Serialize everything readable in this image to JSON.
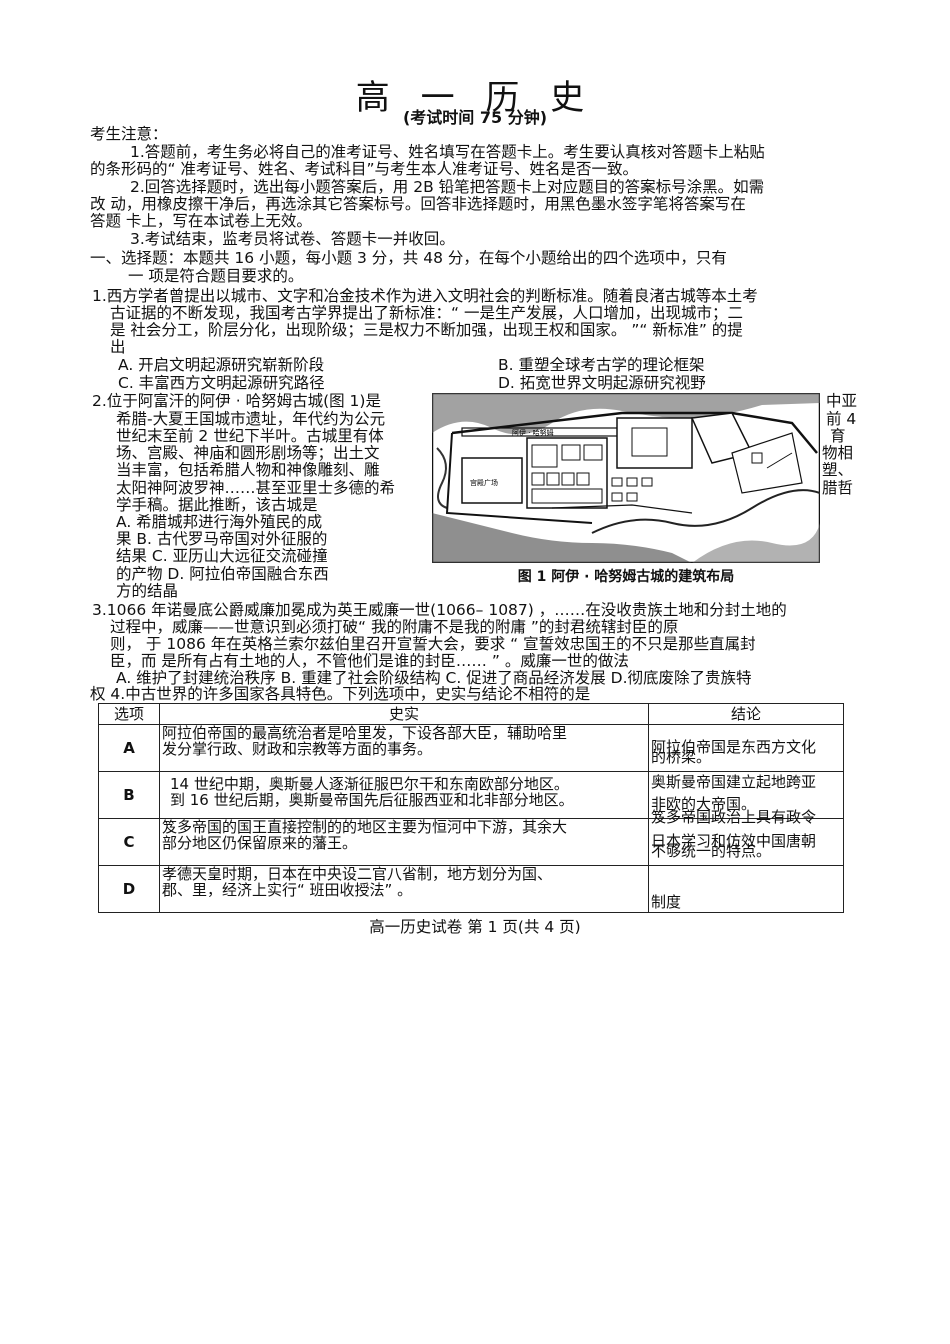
{
  "header": {
    "title": "高 一 历 史",
    "subtitle": "(考试时间 75 分钟)"
  },
  "notice": {
    "heading": "考生注意：",
    "l1": "1.答题前，考生务必将自己的准考证号、姓名填写在答题卡上。考生要认真核对答题卡上粘贴",
    "l2": "的条形码的“ 准考证号、姓名、考试科目”与考生本人准考证号、姓名是否一致。",
    "l3": "2.回答选择题时，选出每小题答案后，用 2B 铅笔把答题卡上对应题目的答案标号涂黑。如需",
    "l4": "改 动，用橡皮擦干净后，再选涂其它答案标号。回答非选择题时，用黑色墨水签字笔将答案写在",
    "l5": "答题 卡上，写在本试卷上无效。",
    "l6": "3.考试结束，监考员将试卷、答题卡一并收回。"
  },
  "section1": {
    "l1": "一、选择题：本题共 16 小题，每小题 3 分，共 48 分，在每个小题给出的四个选项中，只有",
    "l2": "一 项是符合题目要求的。"
  },
  "q1": {
    "l1": "1.西方学者曾提出以城市、文字和冶金技术作为进入文明社会的判断标准。随着良渚古城等本土考",
    "l2": "古证据的不断发现，我国考古学界提出了新标准：“ 一是生产发展，人口增加，出现城市；二",
    "l3": "是 社会分工，阶层分化，出现阶级；三是权力不断加强，出现王权和国家。 ”“ 新标准”   的提",
    "l4": "出",
    "a": "A. 开启文明起源研究崭新阶段",
    "b": "B. 重塑全球考古学的理论框架",
    "c": "C. 丰富西方文明起源研究路径",
    "d": "D. 拓宽世界文明起源研究视野"
  },
  "q2": {
    "l1": "2.位于阿富汗的阿伊 · 哈努姆古城(图 1)是",
    "l2": "希腊-大夏王国城市遗址，年代约为公元",
    "l3": "世纪末至前 2 世纪下半叶。古城里有体",
    "l4": "场、宫殿、神庙和圆形剧场等；出土文",
    "l5": "当丰富，包括希腊人物和神像雕刻、雕",
    "l6": "太阳神阿波罗神……甚至亚里士多德的希",
    "l7": "学手稿。据此推断，该古城是",
    "l8": "A. 希腊城邦进行海外殖民的成",
    "l9": "果 B. 古代罗马帝国对外征服的",
    "l10": "结果 C. 亚历山大远征交流碰撞",
    "l11": "的产物 D. 阿拉伯帝国融合东西",
    "l12": "方的结晶",
    "r1": "中亚",
    "r2": "前 4",
    "r3": "育",
    "r4": "物相",
    "r5": "塑、",
    "r6": "腊哲",
    "figure_caption": "图 1   阿伊 · 哈努姆古城的建筑布局",
    "figure_labels": [
      "阿伊 · 哈努姆",
      "宫殿广场"
    ]
  },
  "q3": {
    "l1": "3.1066 年诺曼底公爵威廉加冕成为英王威廉一世(1066–  1087) ，……在没收贵族土地和分封土地的",
    "l2": "过程中，威廉——世意识到必须打破“ 我的附庸不是我的附庸 ”的封君统辖封臣的原",
    "l3": "则， 于 1086 年在英格兰索尔兹伯里召开宣誓大会，要求 “ 宣誓效忠国王的不只是那些直属封",
    "l4": "臣，而 是所有占有土地的人，不管他们是谁的封臣…… ” 。威廉一世的做法",
    "l5": "A. 维护了封建统治秩序  B. 重建了社会阶级结构  C. 促进了商品经济发展 D.彻底废除了贵族特",
    "l6": "权 4.中古世界的许多国家各具特色。下列选项中，史实与结论不相符的是"
  },
  "q4_table": {
    "headers": [
      "选项",
      "史实",
      "结论"
    ],
    "rows": [
      {
        "label": "A",
        "fact_1": "阿拉伯帝国的最高统治者是哈里发，下设各部大臣，辅助哈里",
        "fact_2": "发分掌行政、财政和宗教等方面的事务。",
        "conc_1": "阿拉伯帝国是东西方文化",
        "conc_2": "的桥梁。"
      },
      {
        "label": "B",
        "fact_1": "14 世纪中期，奥斯曼人逐渐征服巴尔干和东南欧部分地区。",
        "fact_2": "到 16 世纪后期，奥斯曼帝国先后征服西亚和北非部分地区。",
        "conc_1": "奥斯曼帝国建立起地跨亚",
        "conc_2": "非欧的大帝国。"
      },
      {
        "label": "C",
        "fact_1": "笈多帝国的国王直接控制的的地区主要为恒河中下游，其余大",
        "fact_2": "部分地区仍保留原来的藩王。",
        "conc_1": "笈多帝国政治上具有政令",
        "conc_2": "不够统一的特点。",
        "conc_3": "日本学习和仿效中国唐朝"
      },
      {
        "label": "D",
        "fact_1": "孝德天皇时期，日本在中央设二官八省制，地方划分为国、",
        "fact_2": "郡、里，经济上实行“ 班田收授法” 。",
        "conc_1": "制度"
      }
    ]
  },
  "footer": {
    "text": "高一历史试卷  第 1 页(共 4 页)"
  }
}
